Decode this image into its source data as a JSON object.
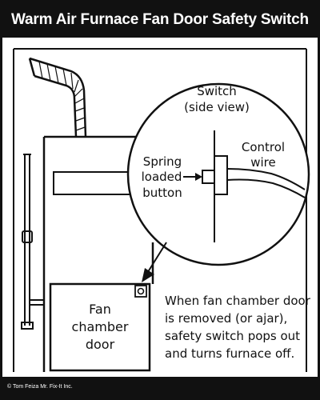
{
  "title": "Warm Air Furnace Fan Door Safety Switch",
  "switch_callout": {
    "heading_line1": "Switch",
    "heading_line2": "(side view)",
    "button_label_line1": "Spring",
    "button_label_line2": "loaded",
    "button_label_line3": "button",
    "wire_label_line1": "Control",
    "wire_label_line2": "wire"
  },
  "fan_door_label": {
    "line1": "Fan",
    "line2": "chamber",
    "line3": "door"
  },
  "explanation": {
    "line1": "When fan chamber door",
    "line2": "is removed (or ajar),",
    "line3": "safety switch pops out",
    "line4": "and turns furnace off."
  },
  "copyright": "© Tom Feiza Mr. Fix-It Inc.",
  "colors": {
    "ink": "#111111",
    "paper": "#ffffff"
  }
}
